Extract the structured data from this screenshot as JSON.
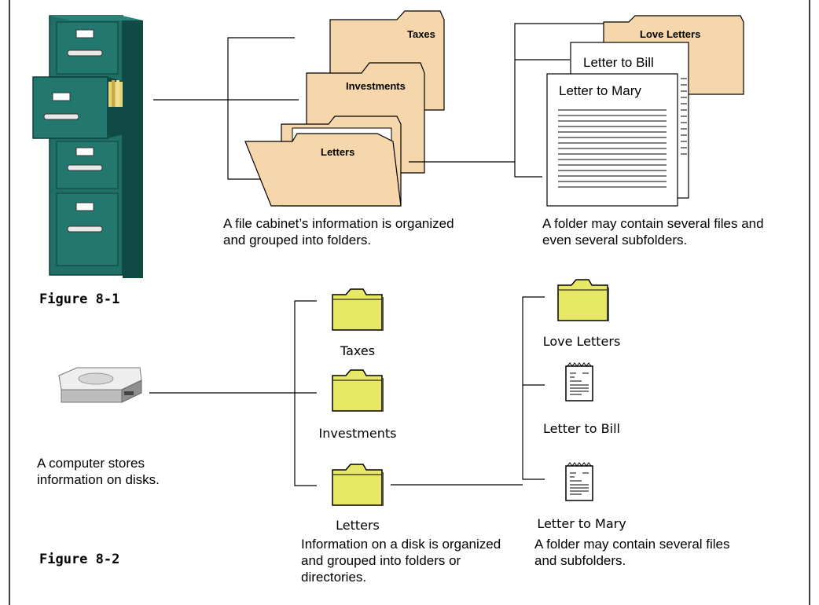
{
  "figure1": {
    "label": "Figure 8-1",
    "folder_tabs": [
      "Taxes",
      "Investments",
      "Letters"
    ],
    "cabinet_caption": "A file cabinet’s information is organized and grouped into folders.",
    "love_letters_tab": "Love Letters",
    "documents": [
      "Letter to Bill",
      "Letter to Mary"
    ],
    "folder_caption": "A folder may contain several files and even several subfolders."
  },
  "figure2": {
    "label": "Figure 8-2",
    "disk_caption": "A computer stores information on disks.",
    "folders": [
      "Taxes",
      "Investments",
      "Letters"
    ],
    "disk_folder_caption": "Information on a disk is organized and grouped into folders or directories.",
    "sub_items": [
      "Love Letters",
      "Letter to Bill",
      "Letter to Mary"
    ],
    "sub_caption": "A folder may contain several files and subfolders."
  },
  "colors": {
    "cabinet": "#1e6b62",
    "manila": "#f5d7ab",
    "icon_folder": "#e8e867",
    "line": "#000000"
  }
}
